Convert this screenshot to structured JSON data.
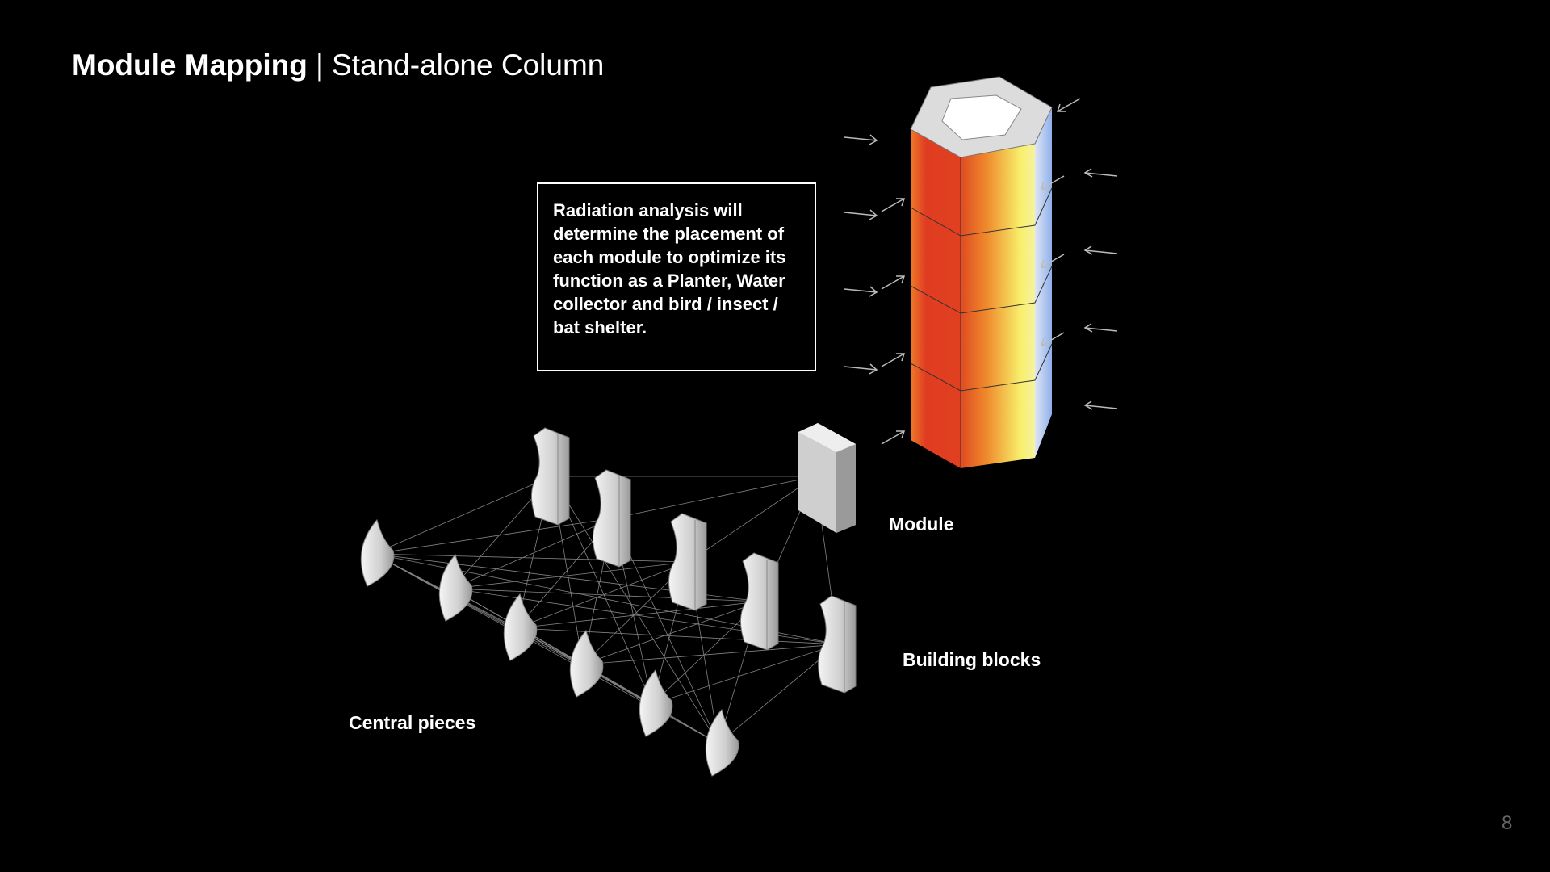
{
  "title": {
    "main": "Module Mapping",
    "separator": " | ",
    "sub": "Stand-alone Column"
  },
  "info_text": "Radiation analysis will determine the placement of each module to optimize its function as a Planter, Water collector and bird / insect / bat shelter.",
  "labels": {
    "module": "Module",
    "building_blocks": "Building blocks",
    "central_pieces": "Central pieces"
  },
  "page_number": "8",
  "colors": {
    "hot": "#e03c22",
    "warm": "#f08a2a",
    "mid": "#f8ee6a",
    "cool": "#a9c2f0"
  }
}
